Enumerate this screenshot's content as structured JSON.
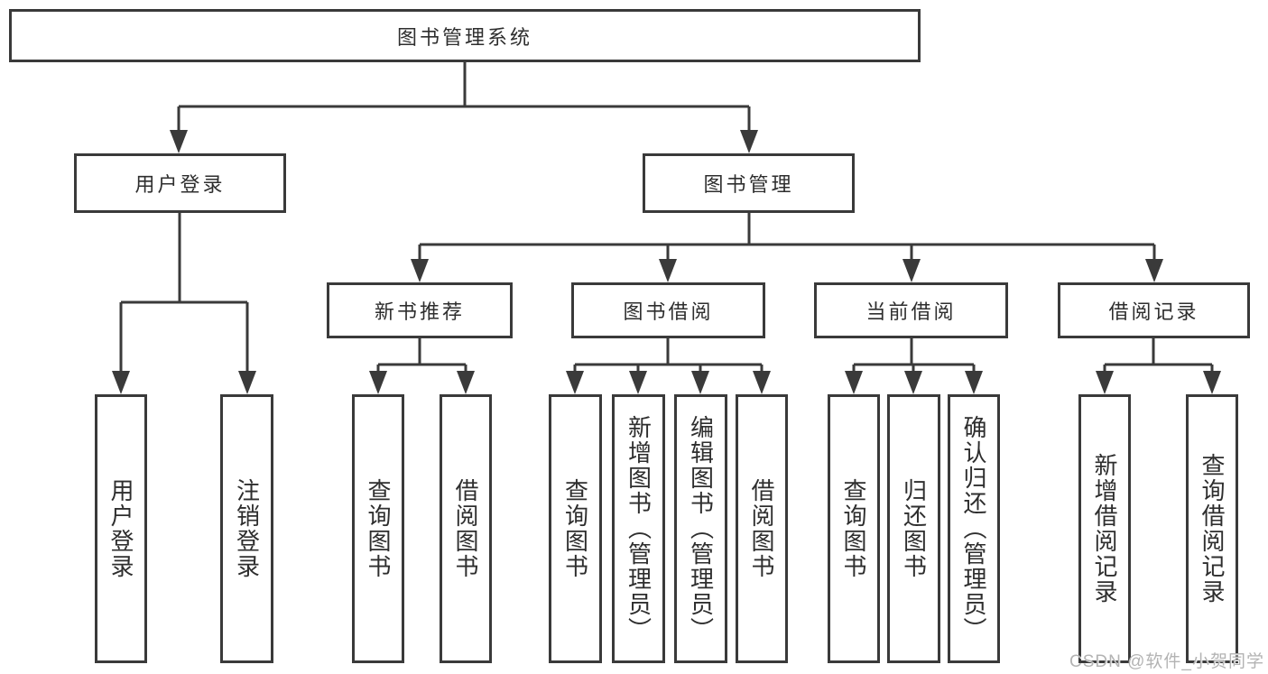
{
  "colors": {
    "line": "#3a3a3a",
    "text": "#2e2e2e",
    "background": "#ffffff",
    "watermark_text_color": "#b3b3b3"
  },
  "diagram": {
    "root": {
      "label": "图书管理系统"
    },
    "level2": [
      {
        "label": "用户登录"
      },
      {
        "label": "图书管理"
      }
    ],
    "level3": [
      {
        "label": "新书推荐"
      },
      {
        "label": "图书借阅"
      },
      {
        "label": "当前借阅"
      },
      {
        "label": "借阅记录"
      }
    ],
    "leaves": {
      "user_login": [
        "用户登录",
        "注销登录"
      ],
      "new_books": [
        "查询图书",
        "借阅图书"
      ],
      "book_borrow": [
        "查询图书",
        "新增图书（管理员）",
        "编辑图书（管理员）",
        "借阅图书"
      ],
      "current_borrow": [
        "查询图书",
        "归还图书",
        "确认归还（管理员）"
      ],
      "borrow_records": [
        "新增借阅记录",
        "查询借阅记录"
      ]
    }
  },
  "watermark": "CSDN @软件_小贺同学"
}
